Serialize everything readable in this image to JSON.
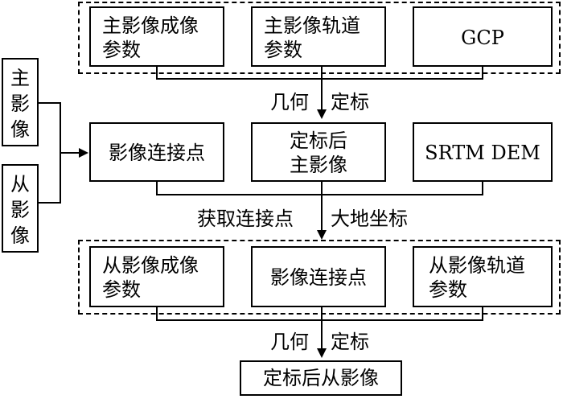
{
  "top_group": {
    "box1": [
      "主影像成像",
      "参数"
    ],
    "box2": [
      "主影像轨道",
      "参数"
    ],
    "box3": "GCP"
  },
  "arrow1": {
    "left": "几何",
    "right": "定标"
  },
  "side": {
    "primary": [
      "主",
      "影",
      "像"
    ],
    "secondary": [
      "从",
      "影",
      "像"
    ]
  },
  "middle": {
    "tiepoints": "影像连接点",
    "calibrated": [
      "定标后",
      "主影像"
    ],
    "dem": "SRTM DEM"
  },
  "arrow2": {
    "left": "获取连接点",
    "right": "大地坐标"
  },
  "bottom_group": {
    "box1": [
      "从影像成像",
      "参数"
    ],
    "box2": "影像连接点",
    "box3": [
      "从影像轨道",
      "参数"
    ]
  },
  "arrow3": {
    "left": "几何",
    "right": "定标"
  },
  "output": "定标后从影像"
}
